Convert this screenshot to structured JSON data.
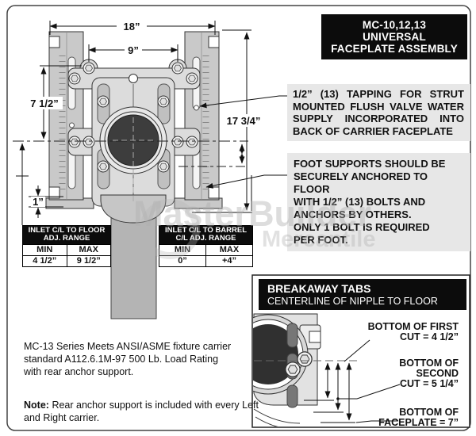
{
  "watermark": {
    "line1": "MasterBuilder",
    "line2": "Mercantile"
  },
  "title_box": {
    "line1": "MC-10,12,13",
    "line2": "UNIVERSAL",
    "line3": "FACEPLATE ASSEMBLY"
  },
  "dimensions": {
    "overall_width": "18”",
    "inner_width": "9”",
    "inlet_offset": "7 1/2”",
    "foot_height": "1”",
    "overall_height": "17 3/4”"
  },
  "callouts": {
    "tapping": {
      "text": "1/2” (13) TAPPING FOR STRUT MOUNTED FLUSH VALVE WATER SUPPLY INCORPORATED INTO BACK OF CARRIER FACEPLATE"
    },
    "foot_supports": {
      "lines": [
        "FOOT SUPPORTS SHOULD BE",
        "SECURELY ANCHORED TO FLOOR",
        "WITH 1/2” (13) BOLTS AND",
        "ANCHORS BY OTHERS.",
        "ONLY 1 BOLT IS REQUIRED",
        "PER FOOT."
      ]
    }
  },
  "tables": {
    "inlet_floor": {
      "header_line1": "INLET C/L TO FLOOR",
      "header_line2": "ADJ. RANGE",
      "col_min": "MIN",
      "col_max": "MAX",
      "min_value": "4 1/2”",
      "max_value": "9 1/2”"
    },
    "inlet_barrel": {
      "header_line1": "INLET C/L TO BARREL",
      "header_line2": "C/L ADJ. RANGE",
      "col_min": "MIN",
      "col_max": "MAX",
      "min_value": "0”",
      "max_value": "+4”"
    }
  },
  "breakaway": {
    "title": "BREAKAWAY TABS",
    "subtitle": "CENTERLINE OF NIPPLE TO FLOOR",
    "labels": {
      "first_cut": [
        "BOTTOM OF FIRST",
        "CUT = 4 1/2”"
      ],
      "second_cut": [
        "BOTTOM OF",
        "SECOND",
        "CUT = 5 1/4”"
      ],
      "faceplate": [
        "BOTTOM OF",
        "FACEPLATE = 7”"
      ]
    }
  },
  "notes": {
    "spec_lines": [
      "MC-13 Series Meets  ANSI/ASME fixture carrier",
      "standard A112.6.1M-97 500 Lb. Load Rating",
      "with rear anchor support."
    ],
    "note_label": "Note:",
    "note_text": "Rear anchor support is included with every Left and Right carrier."
  }
}
